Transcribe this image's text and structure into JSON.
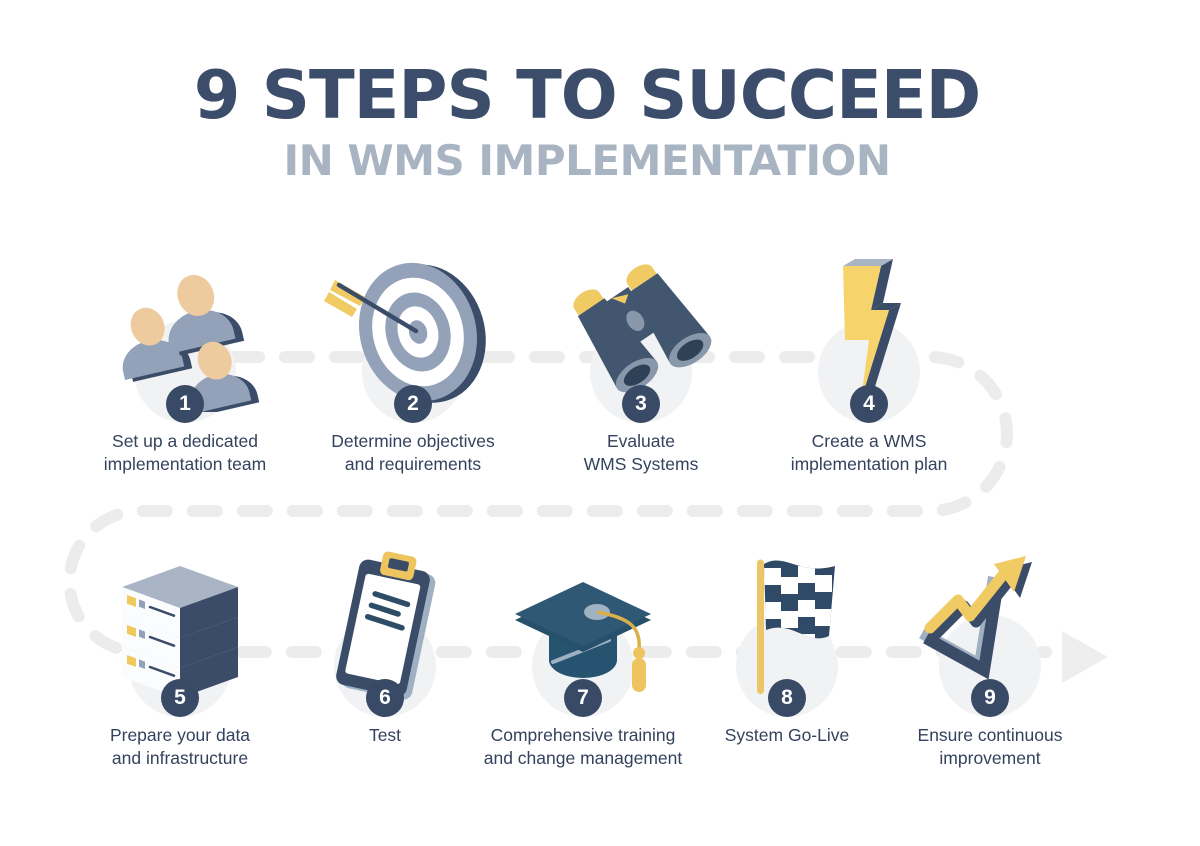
{
  "header": {
    "title": "9 STEPS TO SUCCEED",
    "subtitle": "IN WMS IMPLEMENTATION"
  },
  "steps": [
    {
      "number": "1",
      "label_line1": "Set up a dedicated",
      "label_line2": "implementation team",
      "icon": "team-icon"
    },
    {
      "number": "2",
      "label_line1": "Determine objectives",
      "label_line2": "and requirements",
      "icon": "target-icon"
    },
    {
      "number": "3",
      "label_line1": "Evaluate",
      "label_line2": "WMS Systems",
      "icon": "binoculars-icon"
    },
    {
      "number": "4",
      "label_line1": "Create a WMS",
      "label_line2": "implementation plan",
      "icon": "lightning-icon"
    },
    {
      "number": "5",
      "label_line1": "Prepare your data",
      "label_line2": "and infrastructure",
      "icon": "server-icon"
    },
    {
      "number": "6",
      "label_line1": "Test",
      "label_line2": "",
      "icon": "clipboard-icon"
    },
    {
      "number": "7",
      "label_line1": "Comprehensive training",
      "label_line2": "and change management",
      "icon": "graduation-cap-icon"
    },
    {
      "number": "8",
      "label_line1": "System Go-Live",
      "label_line2": "",
      "icon": "checkered-flag-icon"
    },
    {
      "number": "9",
      "label_line1": "Ensure continuous",
      "label_line2": "improvement",
      "icon": "growth-chart-icon"
    }
  ],
  "flow": {
    "shape": "two-row serpentine dashed path ending in right arrow",
    "end_arrow": "right-arrow"
  },
  "colors": {
    "title_navy": "#3b4d6a",
    "subtitle_gray": "#a9b4c3",
    "label_navy": "#34425d",
    "badge_navy": "#394a66",
    "icon_navy": "#3b4c69",
    "icon_gray_blue": "#93a2b8",
    "icon_light_blue": "#a9b5c5",
    "icon_slate": "#42566f",
    "icon_cap_teal": "#2e5873",
    "icon_yellow": "#f0ca62",
    "icon_skin": "#eecb9f",
    "circle_bg": "#f1f2f3",
    "dash_gray": "#ececec",
    "background": "#ffffff"
  }
}
